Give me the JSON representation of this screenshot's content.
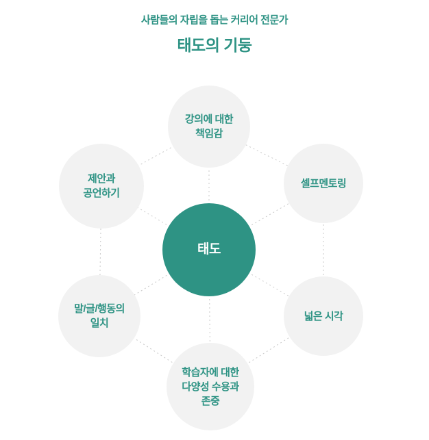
{
  "colors": {
    "accent": "#2e9384",
    "node_bg": "#f2f2f2",
    "line": "#c9c9c9",
    "center_text": "#ffffff"
  },
  "header": {
    "subtitle": "사람들의 자립을 돕는 커리어 전문가",
    "title": "태도의 기둥"
  },
  "diagram": {
    "center": {
      "label": "태도"
    },
    "nodes": [
      {
        "position": "top",
        "label": "강의에 대한\n책임감"
      },
      {
        "position": "top-right",
        "label": "셀프멘토링"
      },
      {
        "position": "bottom-right",
        "label": "넓은 시각"
      },
      {
        "position": "bottom",
        "label": "학습자에 대한\n다양성 수용과\n존중"
      },
      {
        "position": "bottom-left",
        "label": "말/글/행동의\n일치"
      },
      {
        "position": "top-left",
        "label": "제안과\n공언하기"
      }
    ]
  }
}
